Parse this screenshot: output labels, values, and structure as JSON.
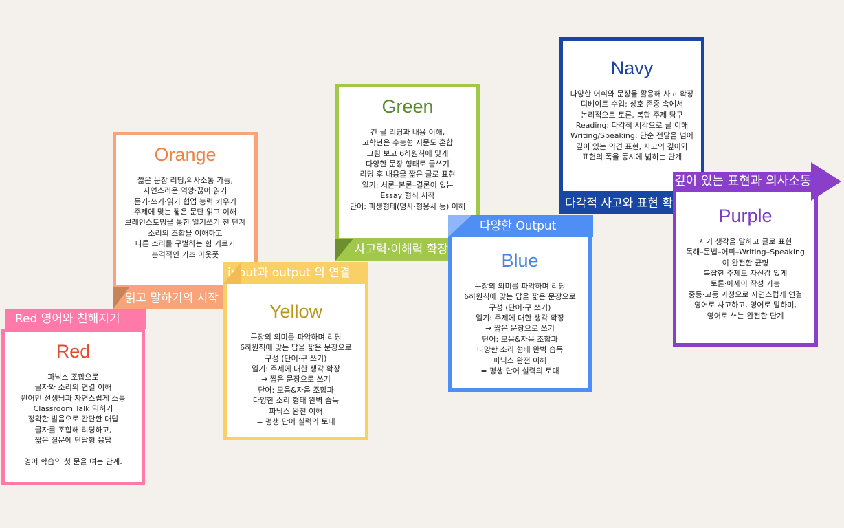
{
  "colors": {
    "red": "#ff7aa8",
    "red_title": "#e24a2e",
    "orange": "#f8a37a",
    "orange_title": "#ef8244",
    "orange_fold": "#c98358",
    "yellow": "#f9d065",
    "yellow_title": "#b8961b",
    "yellow_fold": "#f3bb54",
    "green": "#a2c84b",
    "green_title": "#5a8a2f",
    "green_fold": "#6d8f2f",
    "blue": "#4e8ef5",
    "blue_title": "#4a86e0",
    "blue_fold": "#8fb6f8",
    "navy": "#1747a3",
    "navy_title": "#1d44a0",
    "purple": "#8a3fcb",
    "purple_title": "#7a3fc0"
  },
  "stages": [
    {
      "key": "red",
      "title": "Red",
      "banner": "Red  영어와 친해지기",
      "lines": [
        "파닉스 조합으로",
        "글자와 소리의 연결 이해",
        "원어민 선생님과 자연스럽게 소통",
        "Classroom Talk 익히기",
        "정확한 발음으로 간단한 대답",
        "글자를 조합해 리딩하고,",
        "짧은 질문에 단답형 응답",
        "",
        "영어 학습의 첫 문을 여는 단계."
      ]
    },
    {
      "key": "orange",
      "title": "Orange",
      "banner": "읽고 말하기의 시작",
      "lines": [
        "짧은 문장 리딩,의사소통 가능,",
        "자연스러운 억양·끊어 읽기",
        "듣기·쓰기·읽기 협업 능력 키우기",
        "주제에 맞는 짧은 문단 읽고 이해",
        "브레인스토밍을 통한 일기쓰기 전 단계",
        "소리의 조합을 이해하고",
        "다른 소리를 구별하는 힘 기르기",
        "본격적인 기초 아웃풋"
      ]
    },
    {
      "key": "yellow",
      "title": "Yellow",
      "banner": "input과 output 의 연결",
      "lines": [
        "문장의 의미를 파악하며 리딩",
        "6하원칙에 맞는 답을 짧은 문장으로",
        "구성 (단어·구 쓰기)",
        "일기: 주제에 대한 생각 확장",
        "→ 짧은 문장으로 쓰기",
        "단어: 모음&자음 조합과",
        "다양한 소리 형태 완벽 습득",
        "파닉스 완전 이해",
        "= 평생 단어 실력의 토대"
      ]
    },
    {
      "key": "green",
      "title": "Green",
      "banner": "사고력·이해력 확장",
      "lines": [
        "긴 글 리딩과 내용 이해,",
        "고학년은 수능형 지문도 혼합",
        "그림 보고 6하원칙에 맞게",
        "다양한 문장 형태로 글쓰기",
        "리딩 후 내용을 짧은 글로 표현",
        "일기: 서론–본론–결론이 있는",
        "Essay 형식 시작",
        "단어: 파생형태(명사·형용사 등) 이해"
      ]
    },
    {
      "key": "blue",
      "title": "Blue",
      "banner": "다양한 Output",
      "lines": [
        "문장의 의미를 파악하며 리딩",
        "6하원칙에 맞는 답을 짧은 문장으로",
        "구성 (단어·구 쓰기)",
        "일기: 주제에 대한 생각 확장",
        "→ 짧은 문장으로 쓰기",
        "단어: 모음&자음 조합과",
        "다양한 소리 형태 완벽 습득",
        "파닉스 완전 이해",
        "= 평생 단어 실력의 토대"
      ]
    },
    {
      "key": "navy",
      "title": "Navy",
      "banner": "다각적 사고와 표현 확장",
      "lines": [
        "다양한 어휘와 문장을 활용해 사고 확장",
        "디베이트 수업: 상호 존중 속에서",
        "논리적으로 토론, 복합 주제 탐구",
        "Reading: 다각적 시각으로 글 이해",
        "Writing/Speaking: 단순 전달을 넘어",
        "깊이 있는 의견 표현, 사고의 깊이와",
        "표현의 폭을 동시에 넓히는 단계"
      ]
    },
    {
      "key": "purple",
      "title": "Purple",
      "banner": "깊이 있는 표현과 의사소통",
      "lines": [
        "자기 생각을 말하고 글로 표현",
        "독해–문법–어휘–Writing–Speaking",
        "이 완전한 균형",
        "복잡한 주제도 자신감 있게",
        "토론·에세이 작성 가능",
        "중등·고등 과정으로 자연스럽게 연결",
        "영어로 사고하고, 영어로 말하며,",
        "영어로 쓰는 완전한 단계"
      ]
    }
  ]
}
